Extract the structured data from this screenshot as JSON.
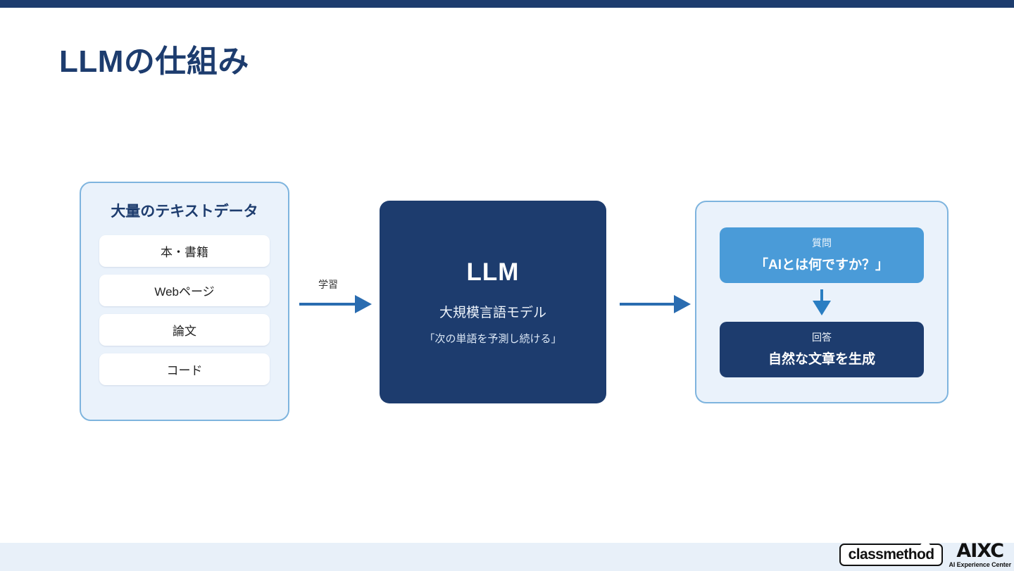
{
  "slide": {
    "title": "LLMの仕組み",
    "top_bar_color": "#1d3c6e",
    "bottom_bar_color": "#e8f0f9"
  },
  "diagram": {
    "source_card": {
      "title": "大量のテキストデータ",
      "items": [
        {
          "label": "本・書籍"
        },
        {
          "label": "Webページ"
        },
        {
          "label": "論文"
        },
        {
          "label": "コード"
        }
      ],
      "border_color": "#7eb4de",
      "fill_color": "#eaf2fb"
    },
    "learn_arrow": {
      "label": "学習",
      "color": "#2a6cb0"
    },
    "llm_box": {
      "title": "LLM",
      "subtitle": "大規模言語モデル",
      "caption": "「次の単語を予測し続ける」",
      "fill_color": "#1d3c6e"
    },
    "answer_arrow": {
      "label": "",
      "color": "#2a6cb0"
    },
    "qa_card": {
      "border_color": "#7eb4de",
      "fill_color": "#eaf2fb",
      "question": {
        "kicker": "質問",
        "text": "「AIとは何ですか？」",
        "fill_color": "#4a9bd8"
      },
      "answer": {
        "kicker": "回答",
        "text": "自然な文章を生成",
        "fill_color": "#1d3c6e"
      }
    }
  },
  "footer": {
    "classmethod_logo_text": "classmethod",
    "aixc_logo_mark": "AIXC",
    "aixc_logo_subtitle": "AI Experience Center"
  }
}
